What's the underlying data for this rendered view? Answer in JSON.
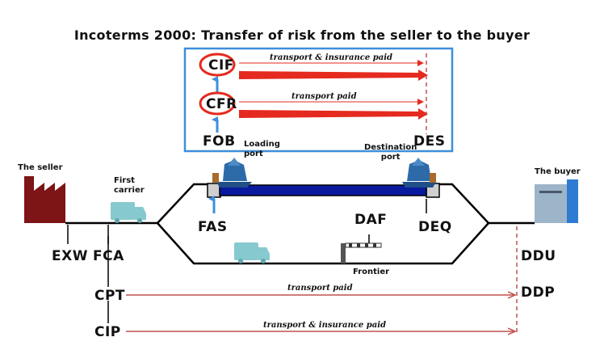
{
  "title": "Incoterms 2000: Transfer of risk from the seller to the buyer",
  "parties": {
    "seller": "The seller",
    "buyer": "The buyer"
  },
  "places": {
    "first_carrier": "First\ncarrier",
    "loading_port": "Loading\nport",
    "destination_port": "Destination\nport",
    "frontier": "Frontier"
  },
  "terms": {
    "exw": "EXW",
    "fca": "FCA",
    "cpt": "CPT",
    "cip": "CIP",
    "fas": "FAS",
    "fob": "FOB",
    "cfr": "CFR",
    "cif": "CIF",
    "des": "DES",
    "deq": "DEQ",
    "daf": "DAF",
    "ddu": "DDU",
    "ddp": "DDP"
  },
  "arrow_labels": {
    "cif": "transport & insurance paid",
    "cfr": "transport paid",
    "cpt": "transport paid",
    "cip": "transport & insurance paid"
  },
  "colors": {
    "sea_route": "#0a1a9e",
    "highlight_box": "#3d8fdc",
    "term_ring": "#e52a1f",
    "sea_arrow": "#e52a1f",
    "land_arrow": "#c0504d",
    "up_arrow": "#3d8fdc",
    "seller_factory": "#7d1416",
    "truck": "#86c9cf",
    "ship": "#2d6aa8",
    "buyer_building": "#9db5c9"
  }
}
